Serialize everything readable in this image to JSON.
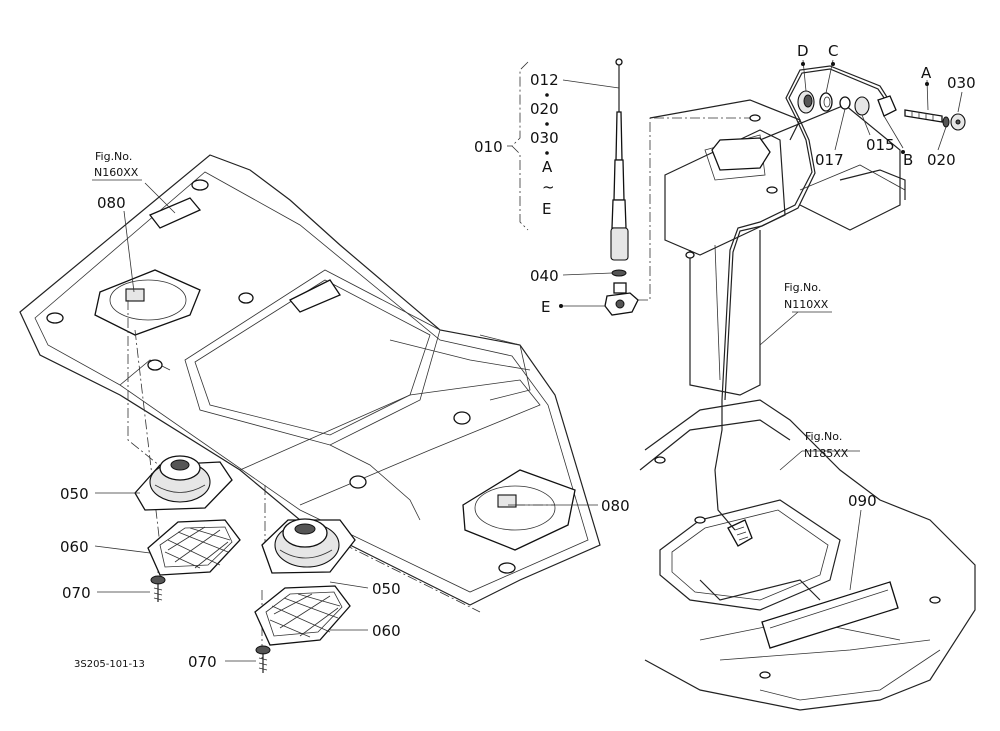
{
  "figure": {
    "drawing_code": "3S205-101-13",
    "fig_refs": {
      "n160": {
        "line1": "Fig.No.",
        "line2": "N160XX"
      },
      "n110": {
        "line1": "Fig.No.",
        "line2": "N110XX"
      },
      "n185": {
        "line1": "Fig.No.",
        "line2": "N185XX"
      }
    },
    "bracket_stack": {
      "group_label": "010",
      "items": [
        "012",
        "020",
        "030",
        "A",
        "~",
        "E"
      ]
    },
    "callouts": {
      "c080_left": "080",
      "c080_right": "080",
      "c050_left": "050",
      "c050_right": "050",
      "c060_left": "060",
      "c060_right": "060",
      "c070_left": "070",
      "c070_right": "070",
      "c040": "040",
      "cE": "E",
      "cD": "D",
      "cC": "C",
      "cA": "A",
      "c030": "030",
      "c017": "017",
      "c015": "015",
      "cB": "B",
      "c020": "020",
      "c090": "090"
    }
  }
}
